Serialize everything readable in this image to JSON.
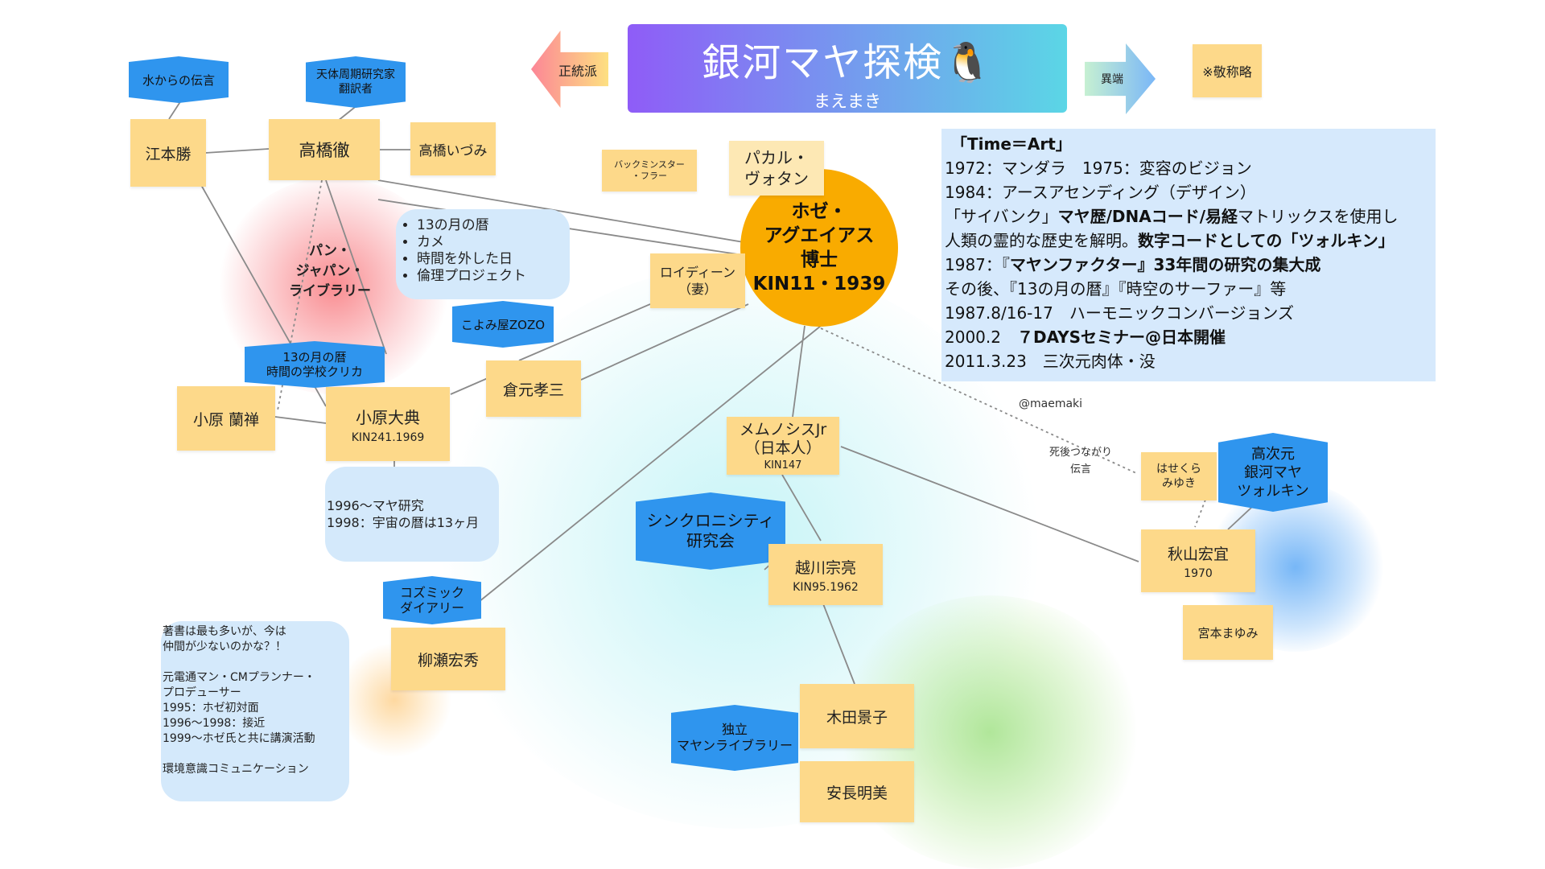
{
  "title": {
    "main": "銀河マヤ探検🐧",
    "sub": "まえまき"
  },
  "arrows": {
    "left": "正統派",
    "right": "異端"
  },
  "note_top_right": "※敬称略",
  "colors": {
    "sticky": "#fdd98a",
    "hex": "#2f95ee",
    "bubble": "#d4e9fb",
    "center": "#f9ab00",
    "title_grad_start": "#8f5cf7",
    "title_grad_end": "#5bd6e6"
  },
  "center": {
    "line1": "ホゼ・",
    "line2": "アグエイアス",
    "line3": "博士",
    "line4": "KIN11・1939"
  },
  "stickies": {
    "emoto": "江本勝",
    "takahashi_toru": "高橋徹",
    "takahashi_izumi": "高橋いづみ",
    "buckminster": "バックミンスター\n・フラー",
    "pacal": "パカル・\nヴォタン",
    "roideen": "ロイディーン\n（妻）",
    "ohara_ranzen": "小原 蘭禅",
    "ohara_daiten": {
      "name": "小原大典",
      "kin": "KIN241.1969"
    },
    "kuramoto": "倉元孝三",
    "memnosis": {
      "name": "メムノシスJr\n（日本人）",
      "kin": "KIN147"
    },
    "koshikawa": {
      "name": "越川宗亮",
      "kin": "KIN95.1962"
    },
    "yanase": "柳瀬宏秀",
    "kida": "木田景子",
    "yasunaga": "安長明美",
    "hasekura": "はせくら\nみゆき",
    "akiyama": {
      "name": "秋山宏宜",
      "kin": "1970"
    },
    "miyamoto": "宮本まゆみ"
  },
  "hexes": {
    "mizu": "水からの伝言",
    "tentai": "天体周期研究家\n翻訳者",
    "koyomi": "こよみ屋ZOZO",
    "gakko": "13の月の暦\n時間の学校クリカ",
    "synchro": "シンクロニシティ\n研究会",
    "cosmic": "コズミック\nダイアリー",
    "dokuritsu": "独立\nマヤンライブラリー",
    "koujigen": "高次元\n銀河マヤ\nツォルキン"
  },
  "pan_japan": "パン・\nジャパン・\nライブラリー",
  "bubbles": {
    "ohara_items": [
      "13の月の暦",
      "カメ",
      "時間を外した日",
      "倫理プロジェクト"
    ],
    "ohara_research": "1996〜マヤ研究\n1998：宇宙の暦は13ヶ月",
    "yanase_note": "著書は最も多いが、今は\n仲間が少ないのかな？！\n\n元電通マン・CMプランナー・\nプロデューサー\n1995：ホゼ初対面\n1996〜1998：接近\n1999〜ホゼ氏と共に講演活動\n\n環境意識コミュニケーション"
  },
  "timeline": {
    "heading": "「Time＝Art」",
    "l1": "1972：マンダラ　1975：変容のビジョン",
    "l2": "1984：アースアセンディング（デザイン）",
    "l3a": "「サイバンク」",
    "l3b": "マヤ歴/DNAコード/易経",
    "l3c": "マトリックスを使用し",
    "l4a": "人類の霊的な歴史を解明。",
    "l4b": "数字コードとしての「ツォルキン」",
    "l5a": "1987：『",
    "l5b": "マヤンファクター』33年間の研究の集大成",
    "l6": "その後、『13の月の暦』『時空のサーファー』等",
    "l7": "1987.8/16-17　ハーモニックコンバージョンズ",
    "l8a": "2000.2　",
    "l8b": "７DAYSセミナー@日本開催",
    "l9": "2011.3.23　三次元肉体・没"
  },
  "handle": "@maemaki",
  "shigo_label": "死後つながり\n伝言"
}
